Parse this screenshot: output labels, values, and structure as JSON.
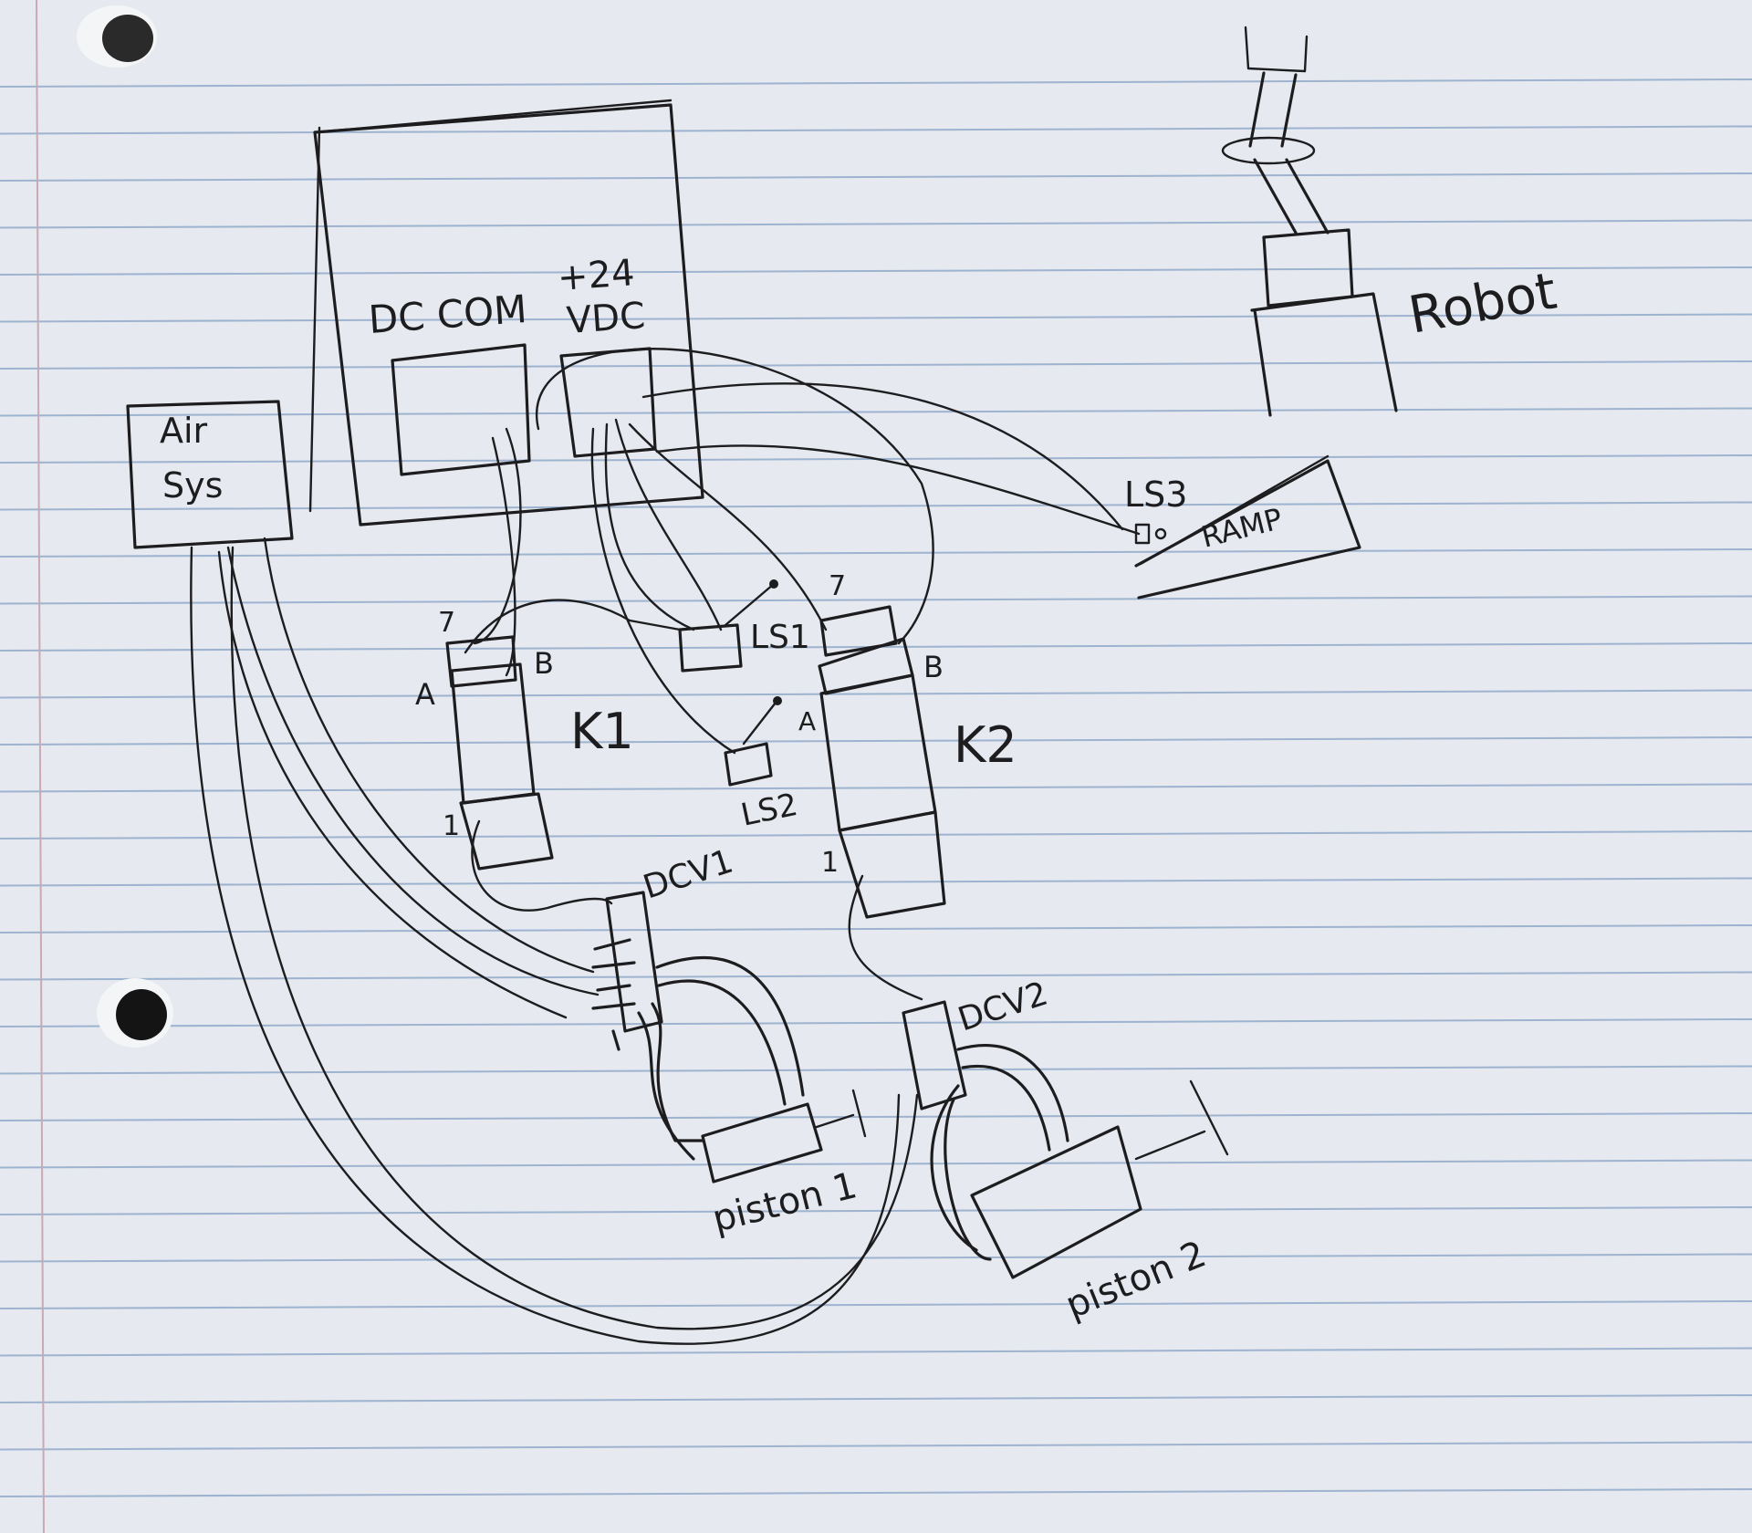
{
  "paper": {
    "background": "#e6e9ef",
    "rule_color": "#9db3cf",
    "margin_color": "#c9a9b4",
    "ink_color": "#1d1d1f"
  },
  "labels": {
    "dc_com": "DC COM",
    "plus24": "+24",
    "vdc": "VDC",
    "air": "Air",
    "sys": "Sys",
    "robot": "Robot",
    "ls3": "LS3",
    "ramp": "RAMP",
    "ls1": "LS1",
    "ls2": "LS2",
    "k1": "K1",
    "k2": "K2",
    "k1_pin7": "7",
    "k1_pinA": "A",
    "k1_pinB": "B",
    "k1_pin1": "1",
    "k2_pin7": "7",
    "k2_pinA": "A",
    "k2_pinB": "B",
    "k2_pin1": "1",
    "dcv1": "DCV1",
    "dcv2": "DCV2",
    "piston1": "piston 1",
    "piston2": "piston 2"
  }
}
